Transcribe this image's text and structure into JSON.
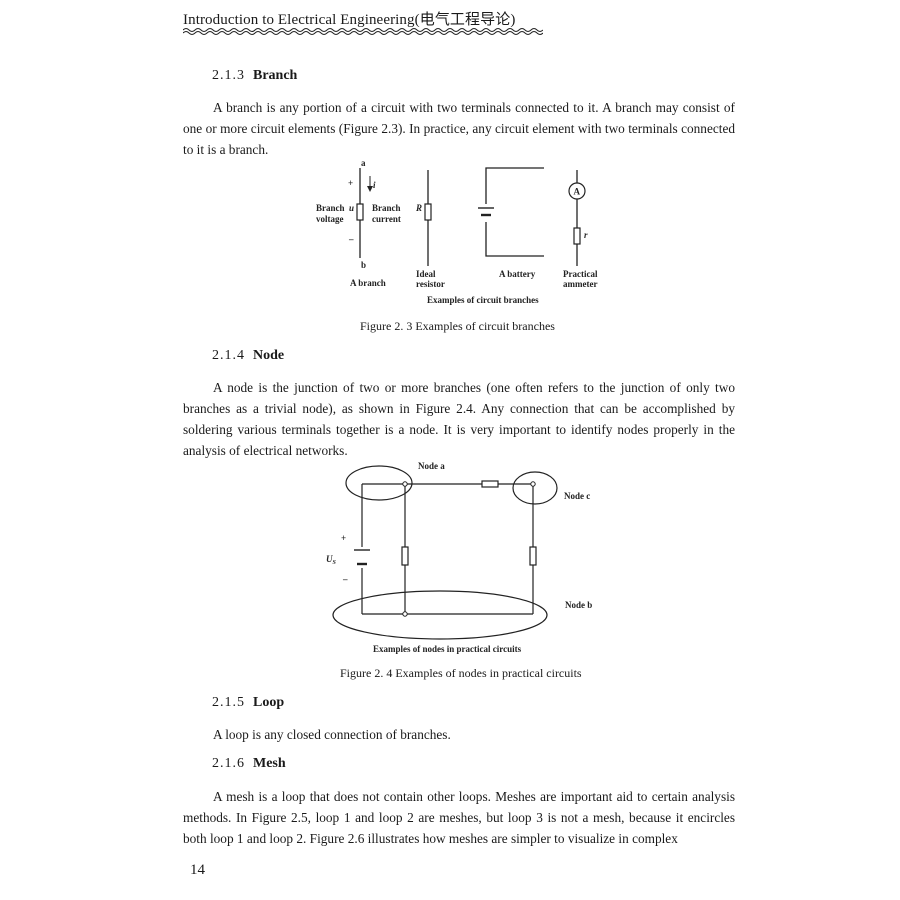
{
  "header": {
    "title": "Introduction to Electrical Engineering(电气工程导论)"
  },
  "sections": {
    "branch": {
      "number": "2.1.3",
      "title": "Branch"
    },
    "node": {
      "number": "2.1.4",
      "title": "Node"
    },
    "loop": {
      "number": "2.1.5",
      "title": "Loop"
    },
    "mesh": {
      "number": "2.1.6",
      "title": "Mesh"
    }
  },
  "paragraphs": {
    "branch": "A branch is any portion of a circuit with two terminals connected to it. A branch may consist of one or more circuit elements (Figure 2.3). In practice, any circuit element with two terminals connected to it is a branch.",
    "node": "A node is the junction of two or more branches (one often refers to the junction of only two branches as a trivial node), as shown in Figure 2.4. Any connection that can be accomplished by soldering various terminals together is a node. It is very important to identify nodes properly in the analysis of electrical networks.",
    "loop": "A loop is any closed connection of branches.",
    "mesh": "A mesh is a loop that does not contain other loops. Meshes are important aid to certain analysis methods. In Figure 2.5, loop 1 and loop 2 are meshes, but loop 3 is not a mesh, because it encircles both loop 1 and loop 2. Figure 2.6 illustrates how meshes are simpler to visualize in complex"
  },
  "figure_2_3": {
    "caption": "Figure 2. 3    Examples of circuit branches",
    "inner_title": "Examples of circuit branches",
    "labels": {
      "a": "a",
      "b": "b",
      "plus": "+",
      "minus": "–",
      "i": "i",
      "u": "u",
      "R": "R",
      "r": "r",
      "A": "A",
      "branch_voltage_1": "Branch",
      "branch_voltage_2": "voltage",
      "branch_current_1": "Branch",
      "branch_current_2": "current",
      "a_branch": "A branch",
      "ideal_resistor_1": "Ideal",
      "ideal_resistor_2": "resistor",
      "a_battery": "A battery",
      "practical_ammeter_1": "Practical",
      "practical_ammeter_2": "ammeter"
    }
  },
  "figure_2_4": {
    "caption": "Figure 2. 4    Examples of nodes in practical circuits",
    "inner_title": "Examples of nodes in practical circuits",
    "labels": {
      "node_a": "Node a",
      "node_b": "Node b",
      "node_c": "Node c",
      "us": "U",
      "us_sub": "S",
      "plus": "+",
      "minus": "–"
    }
  },
  "page_number": "14"
}
